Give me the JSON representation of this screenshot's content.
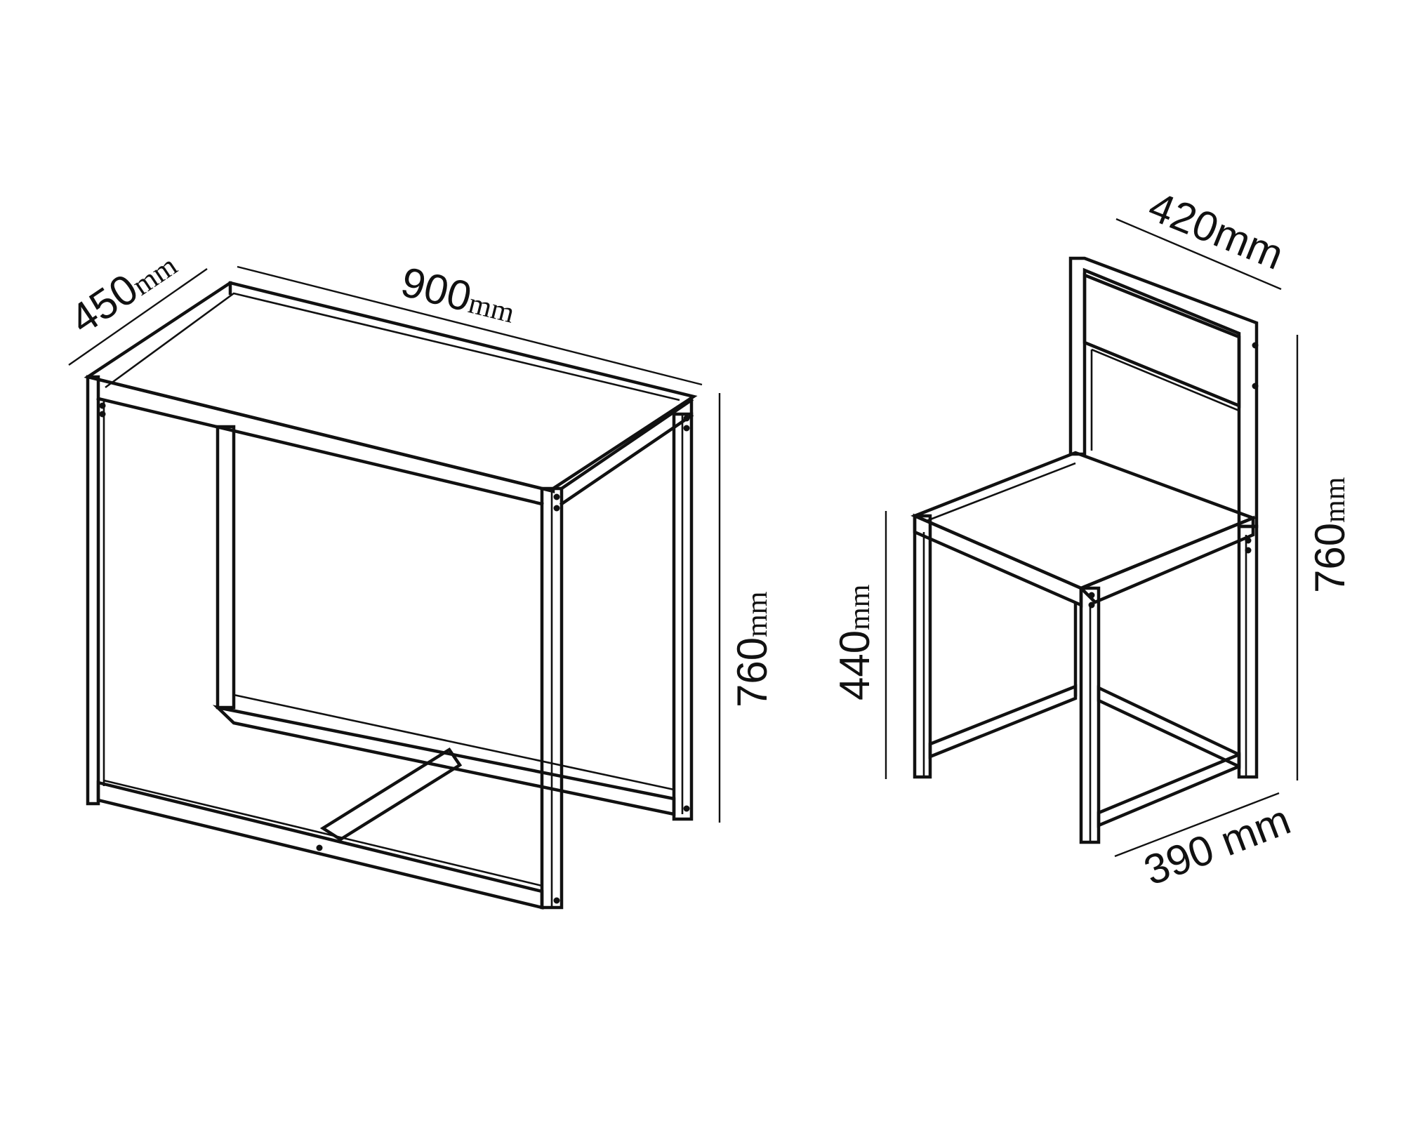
{
  "table": {
    "depth_value": "450",
    "depth_unit": "mm",
    "width_value": "900",
    "width_unit": "mm",
    "height_value": "760",
    "height_unit": "mm"
  },
  "chair": {
    "width_value": "420mm",
    "depth_value": "390 mm",
    "seat_height_value": "440",
    "seat_height_unit": "mm",
    "height_value": "760",
    "height_unit": "mm"
  }
}
